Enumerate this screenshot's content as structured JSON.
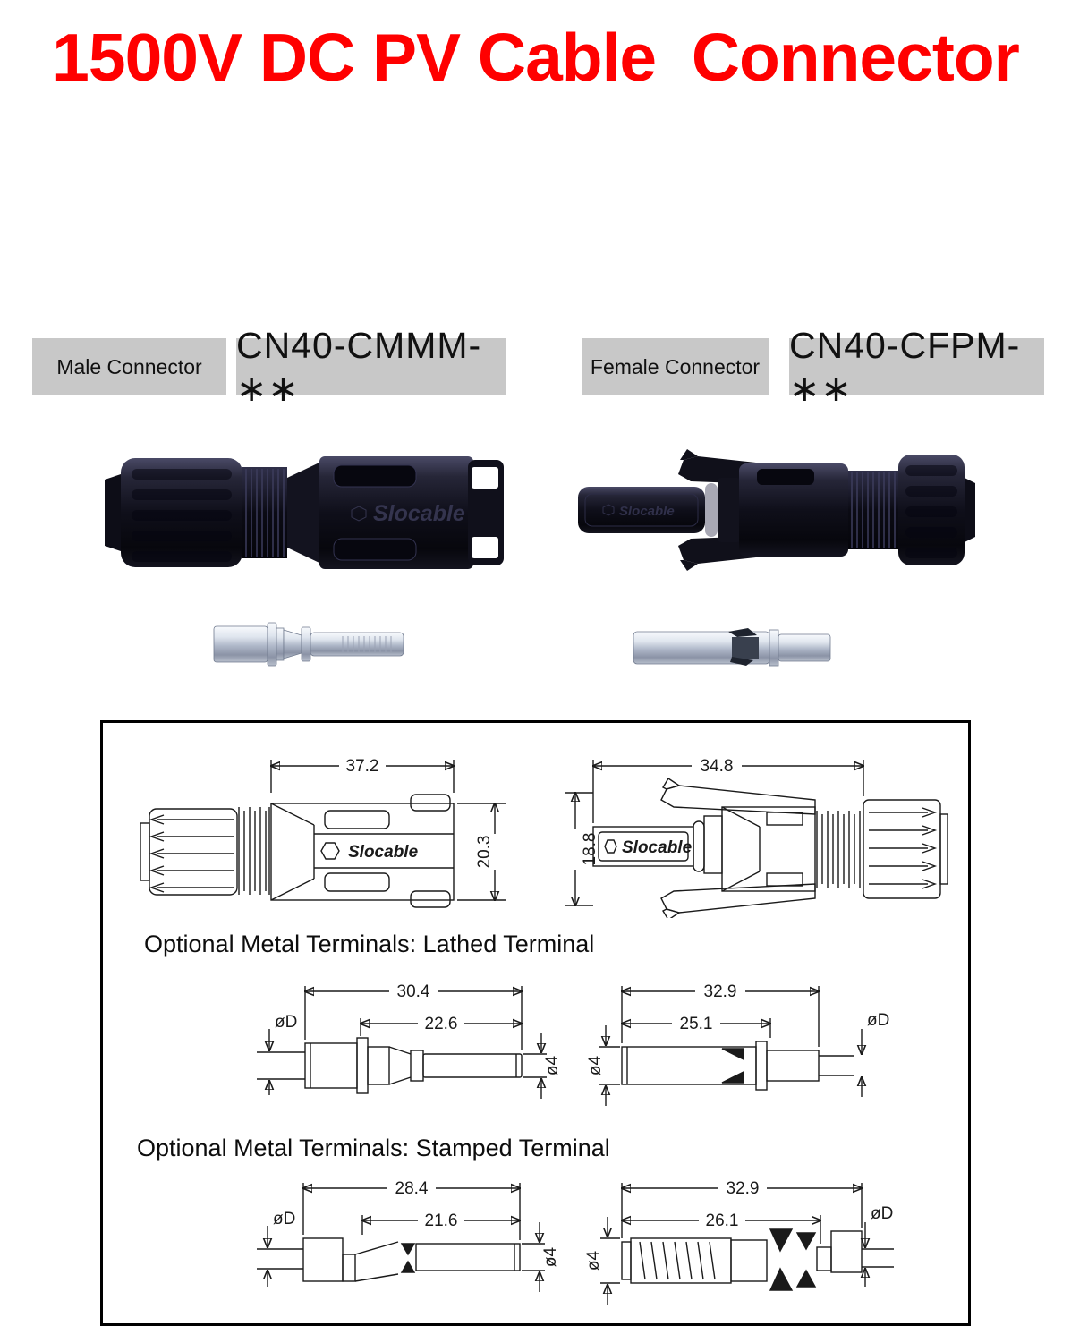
{
  "title": {
    "text": "1500V DC PV Cable  Connector"
  },
  "brand": "Slocable",
  "labels": {
    "male_label": "Male Connector",
    "male_part": "CN40-CMMM-∗∗",
    "female_label": "Female Connector",
    "female_part": "CN40-CFPM-∗∗"
  },
  "drawing_box": {
    "male": {
      "width_dim": "37.2",
      "height_dim": "20.3"
    },
    "female": {
      "width_dim": "34.8",
      "height_dim": "18.8"
    },
    "lathed": {
      "heading": "Optional Metal Terminals: Lathed Terminal",
      "male": {
        "overall_dim": "30.4",
        "inner_dim": "22.6",
        "wire_dia": "øD",
        "pin_dia": "ø4"
      },
      "female": {
        "overall_dim": "32.9",
        "inner_dim": "25.1",
        "barrel_dia": "ø4",
        "wire_dia": "øD"
      }
    },
    "stamped": {
      "heading": "Optional Metal Terminals: Stamped Terminal",
      "male": {
        "overall_dim": "28.4",
        "inner_dim": "21.6",
        "wire_dia": "øD",
        "pin_dia": "ø4"
      },
      "female": {
        "overall_dim": "32.9",
        "inner_dim": "26.1",
        "barrel_dia": "ø4",
        "wire_dia": "øD"
      }
    }
  },
  "colors": {
    "title_red": "#ff0000",
    "label_bg": "#c8c8c8",
    "drawing_line": "#1a1a1a",
    "connector_body": "#10101a",
    "terminal_metal": "#c3cbdb"
  }
}
